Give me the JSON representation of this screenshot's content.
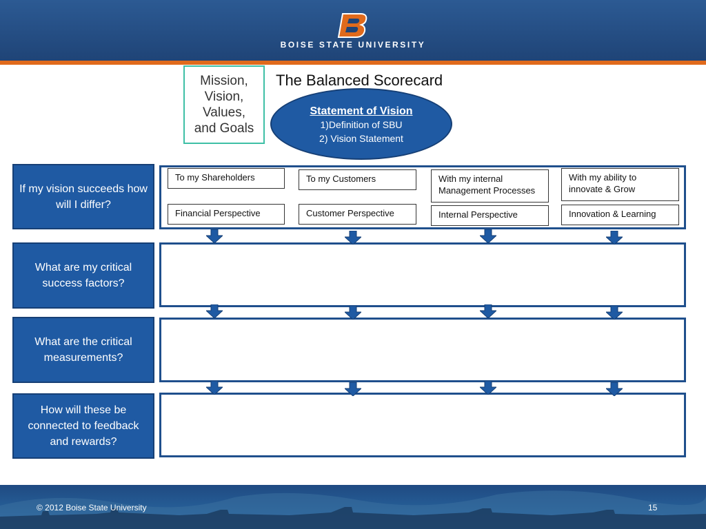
{
  "header": {
    "university": "BOISE STATE UNIVERSITY"
  },
  "mission_box": "Mission,\nVision, Values,\nand Goals",
  "title": "The Balanced Scorecard",
  "vision": {
    "title": "Statement of Vision",
    "lines": [
      "1)Definition of SBU",
      "2) Vision Statement"
    ]
  },
  "questions": [
    "If my vision succeeds how will I differ?",
    "What are my critical success factors?",
    "What are the critical measurements?",
    "How will these be connected to feedback and rewards?"
  ],
  "perspectives": [
    {
      "top": "To my Shareholders",
      "bottom": "Financial Perspective"
    },
    {
      "top": "To my Customers",
      "bottom": "Customer Perspective"
    },
    {
      "top": "With my internal Management Processes",
      "bottom": "Internal Perspective"
    },
    {
      "top": "With my ability to innovate & Grow",
      "bottom": "Innovation & Learning"
    }
  ],
  "footer": {
    "copyright": "© 2012 Boise State University",
    "page": "15"
  },
  "colors": {
    "header": "#1f4477",
    "stripe": "#e06a1c",
    "box_blue": "#1f5aa3",
    "teal_border": "#3dbfa5"
  }
}
